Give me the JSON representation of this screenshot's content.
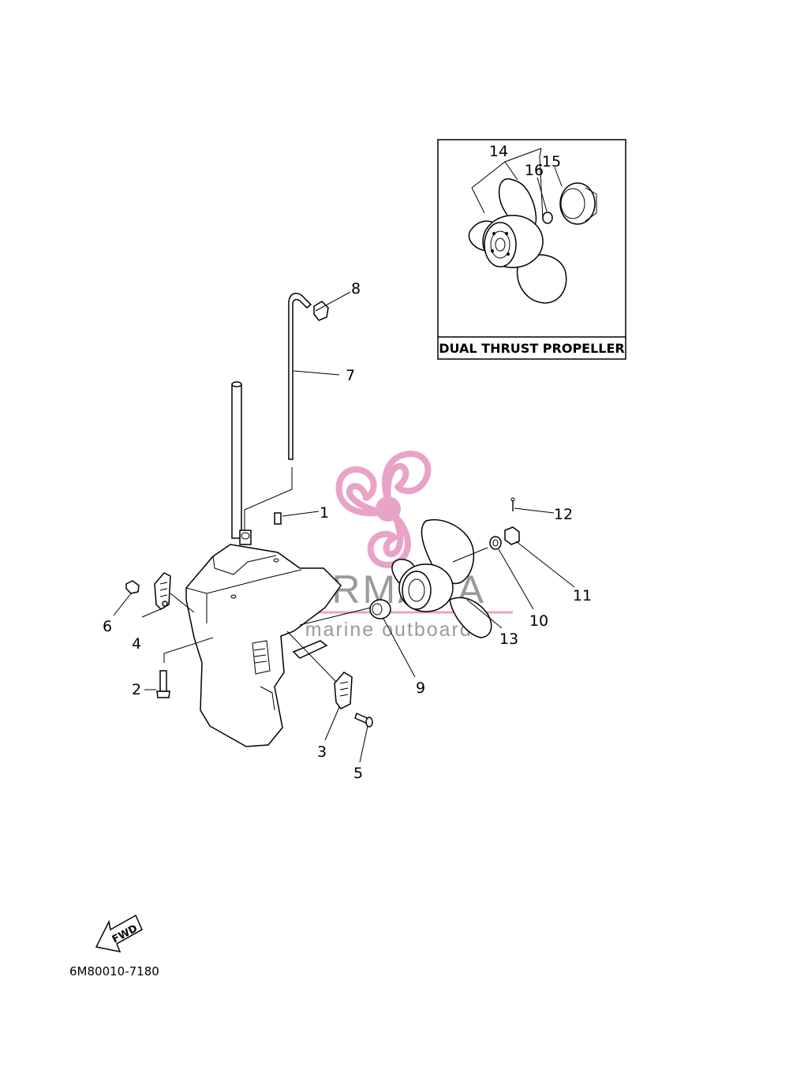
{
  "inset": {
    "title": "DUAL THRUST PROPELLER"
  },
  "callouts": {
    "c1": "1",
    "c2": "2",
    "c3": "3",
    "c4": "4",
    "c5": "5",
    "c6": "6",
    "c7": "7",
    "c8": "8",
    "c9": "9",
    "c10": "10",
    "c11": "11",
    "c12": "12",
    "c13": "13",
    "c14": "14",
    "c15": "15",
    "c16": "16"
  },
  "fwd_label": "FWD",
  "diagram_code": "6M80010-7180",
  "watermark": {
    "brand": "ARMADA",
    "tagline": "marine outboards",
    "colors": {
      "logo": "#e9a3c9",
      "logo_dark": "#d77cb1",
      "text": "#9a9a9a"
    }
  },
  "logo_icon": "propeller-logo-icon"
}
